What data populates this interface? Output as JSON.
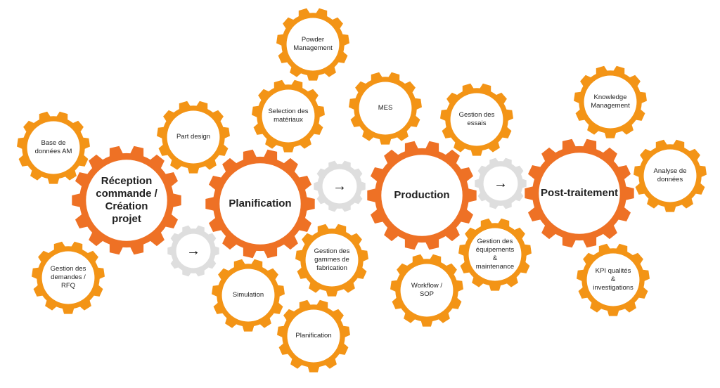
{
  "colors": {
    "small_gear": "#f39416",
    "main_gear": "#ee7125",
    "connector_gear": "#dedede",
    "hub": "#ffffff",
    "text": "#222222"
  },
  "main_stages": [
    {
      "id": "reception",
      "label": "Réception\ncommande /\nCréation\nprojet"
    },
    {
      "id": "planification",
      "label": "Planification"
    },
    {
      "id": "production",
      "label": "Production"
    },
    {
      "id": "post-traitement",
      "label": "Post-traitement"
    }
  ],
  "sub_steps": [
    {
      "id": "base-de-donnees-am",
      "label": "Base de\ndonnées AM"
    },
    {
      "id": "gestion-des-demandes-rfq",
      "label": "Gestion des\ndemandes /\nRFQ"
    },
    {
      "id": "part-design",
      "label": "Part design"
    },
    {
      "id": "powder-management",
      "label": "Powder\nManagement"
    },
    {
      "id": "selection-des-materiaux",
      "label": "Selection des\nmatériaux"
    },
    {
      "id": "gestion-des-gammes-de-fabrication",
      "label": "Gestion des\ngammes de\nfabrication"
    },
    {
      "id": "simulation",
      "label": "Simulation"
    },
    {
      "id": "planification-sub",
      "label": "Planification"
    },
    {
      "id": "mes",
      "label": "MES"
    },
    {
      "id": "gestion-des-essais",
      "label": "Gestion des\nessais"
    },
    {
      "id": "workflow-sop",
      "label": "Workflow /\nSOP"
    },
    {
      "id": "gestion-des-equipements-maintenance",
      "label": "Gestion des\néquipements\n&\nmaintenance"
    },
    {
      "id": "knowledge-management",
      "label": "Knowledge\nManagement"
    },
    {
      "id": "analyse-de-donnees",
      "label": "Analyse de\ndonnées"
    },
    {
      "id": "kpi-qualites-investigations",
      "label": "KPI qualités\n&\ninvestigations"
    }
  ],
  "connectors": [
    {
      "id": "connector-1",
      "icon": "arrow-right-icon",
      "glyph": "→"
    },
    {
      "id": "connector-2",
      "icon": "arrow-right-icon",
      "glyph": "→"
    },
    {
      "id": "connector-3",
      "icon": "arrow-right-icon",
      "glyph": "→"
    }
  ]
}
